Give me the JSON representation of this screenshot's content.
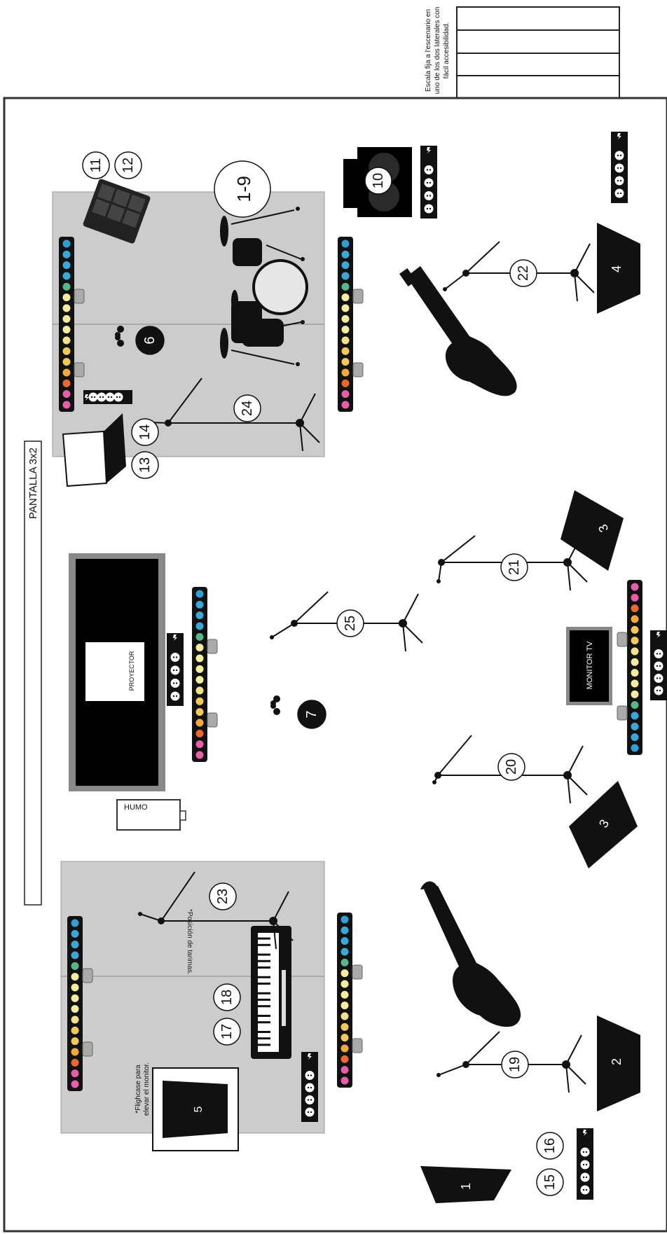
{
  "stage": {
    "note_stairs": [
      "Escala fija a l'escenario en",
      "uno de los dos laterales con",
      "fácil accesibilidad."
    ],
    "screen_label": "PANTALLA 3x2",
    "projector_label": "PROYECTOR",
    "smoke_label": "HUMO",
    "tv_monitor_label": "MONITOR TV",
    "riser_note": "*Posición de tarimas.",
    "flightcase_note": [
      "*Flighcase para",
      "elevar el monitor."
    ]
  },
  "channels": {
    "drums": "1-9",
    "bass_amp": "10",
    "pad_a": "11",
    "pad_b": "12",
    "laptop_a": "13",
    "laptop_b": "14",
    "di_a": "15",
    "di_b": "16",
    "keys_a": "17",
    "keys_b": "18",
    "mic_19": "19",
    "mic_20": "20",
    "mic_21": "21",
    "mic_22": "22",
    "mic_23": "23",
    "mic_24": "24",
    "mic_25": "25",
    "iem_6": "6",
    "iem_7": "7"
  },
  "monitors": {
    "m1": "1",
    "m2": "2",
    "m3a": "3",
    "m3b": "3",
    "m4": "4",
    "m5": "5"
  },
  "colors": {
    "stage_border": "#333333",
    "riser": "#cccccc",
    "black": "#111111",
    "led_palette": [
      "#e75ea8",
      "#e8682d",
      "#f2a93b",
      "#f3c85a",
      "#f3e08a",
      "#f6ec9e",
      "#f6ec9e",
      "#f6ec9e",
      "#56b58a",
      "#39a8d6",
      "#39a8d6",
      "#2f9fd5"
    ]
  }
}
